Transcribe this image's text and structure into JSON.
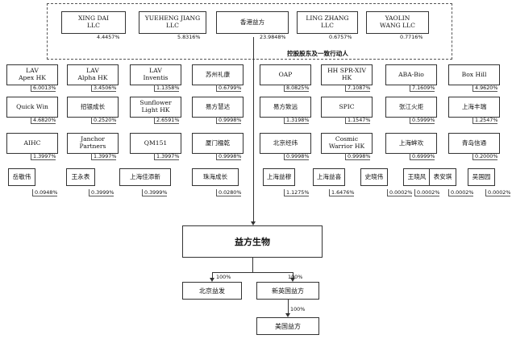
{
  "group_label": "控股股东及一致行动人",
  "top_row": [
    {
      "name": "XING DAI\nLLC",
      "pct": "4.4457%"
    },
    {
      "name": "YUEHENG JIANG\nLLC",
      "pct": "5.8316%"
    },
    {
      "name": "香港益方",
      "pct": "23.9848%"
    },
    {
      "name": "LING ZHANG\nLLC",
      "pct": "0.6757%"
    },
    {
      "name": "YAOLIN\nWANG LLC",
      "pct": "0.7716%"
    }
  ],
  "rows": [
    [
      {
        "name": "LAV\nApex HK",
        "pct": "6.0013%"
      },
      {
        "name": "LAV\nAlpha HK",
        "pct": "3.4506%"
      },
      {
        "name": "LAV\nInventis",
        "pct": "1.1358%"
      },
      {
        "name": "苏州礼康",
        "pct": "0.6799%"
      },
      {
        "name": "OAP",
        "pct": "8.0825%"
      },
      {
        "name": "HH SPR-XIV\nHK",
        "pct": "7.1087%"
      },
      {
        "name": "ABA-Bio",
        "pct": "7.1609%"
      },
      {
        "name": "Box Hill",
        "pct": "4.9620%"
      }
    ],
    [
      {
        "name": "Quick Win",
        "pct": "4.6820%"
      },
      {
        "name": "招银成长",
        "pct": "0.2520%"
      },
      {
        "name": "Sunflower\nLight HK",
        "pct": "2.6591%"
      },
      {
        "name": "易方慧达",
        "pct": "0.9998%"
      },
      {
        "name": "易方致远",
        "pct": "1.3198%"
      },
      {
        "name": "SPIC",
        "pct": "1.1547%"
      },
      {
        "name": "张江火炬",
        "pct": "0.5999%"
      },
      {
        "name": "上海丰瑞",
        "pct": "1.2547%"
      }
    ],
    [
      {
        "name": "AIHC",
        "pct": "1.3997%"
      },
      {
        "name": "Janchor\nPartners",
        "pct": "1.3997%"
      },
      {
        "name": "QM151",
        "pct": "1.3997%"
      },
      {
        "name": "厦门楹乾",
        "pct": "0.9998%"
      },
      {
        "name": "北京经纬",
        "pct": "0.9998%"
      },
      {
        "name": "Cosmic\nWarrior HK",
        "pct": "0.9998%"
      },
      {
        "name": "上海蛑欢",
        "pct": "0.6999%"
      },
      {
        "name": "青岛信通",
        "pct": "0.2000%"
      }
    ]
  ],
  "bottom_row": [
    {
      "name": "岳敬伟",
      "pct": "0.0948%"
    },
    {
      "name": "王永表",
      "pct": "0.3999%"
    },
    {
      "name": "上海佳添新",
      "pct": "0.3999%"
    },
    {
      "name": "珠海成长",
      "pct": "0.0280%"
    },
    {
      "name": "上海益穆",
      "pct": "1.1275%"
    },
    {
      "name": "上海益喜",
      "pct": "1.6476%"
    },
    {
      "name": "史晓伟",
      "pct": "0.0002%"
    },
    {
      "name": "王晓风",
      "pct": "0.0002%"
    },
    {
      "name": "表安琪",
      "pct": "0.0002%"
    },
    {
      "name": "吴国园",
      "pct": "0.0002%"
    }
  ],
  "main_entity": "益方生物",
  "subsidiaries": [
    {
      "name": "北京益发",
      "pct": "100%"
    },
    {
      "name": "新英国益方",
      "pct": "100%"
    }
  ],
  "sub_subsidiary": {
    "name": "美国益方",
    "pct": "100%"
  }
}
